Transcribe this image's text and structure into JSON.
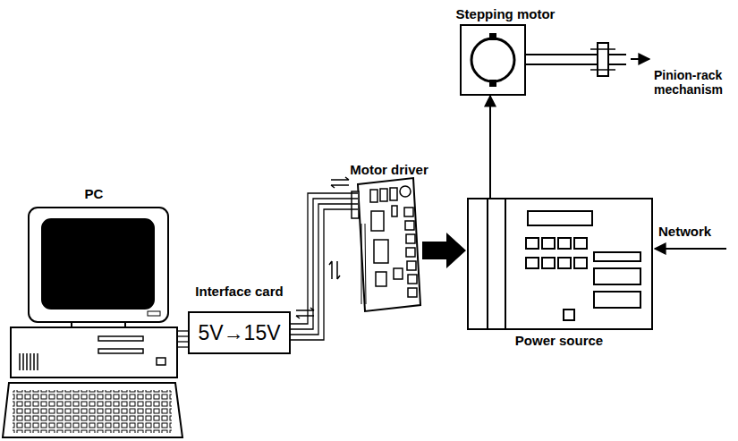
{
  "diagram": {
    "nodes": [
      {
        "text": [
          "PC"
        ]
      },
      {
        "text": [
          "Interface card",
          "5V→15V"
        ]
      },
      {
        "text": [
          "Motor driver"
        ]
      },
      {
        "text": [
          "Power source"
        ]
      },
      {
        "text": [
          "Stepping motor"
        ]
      }
    ],
    "edges": [
      {
        "from": 0,
        "to": 1,
        "arrow": "none"
      },
      {
        "from": 1,
        "to": 2,
        "arrow": "none"
      },
      {
        "from": 2,
        "to": 3,
        "arrow": "to"
      },
      {
        "from": 3,
        "to": 4,
        "arrow": "to"
      }
    ],
    "labels": [
      "Pinion-rack mechanism",
      "Network"
    ]
  }
}
